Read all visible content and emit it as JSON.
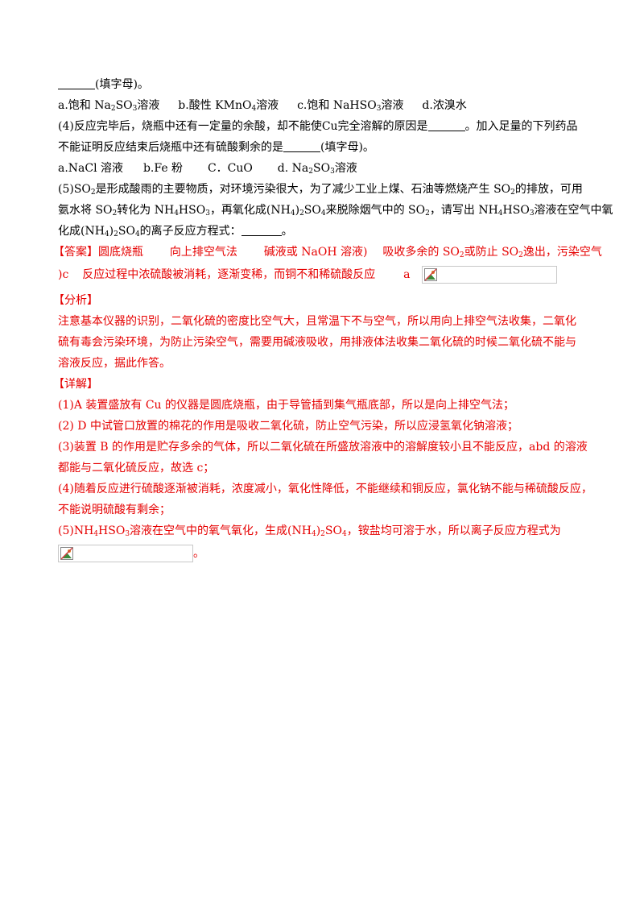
{
  "q3_tail": "(填字母)。",
  "q3_options": [
    "a.饱和 Na",
    "SO",
    "溶液",
    "b.酸性 KMnO",
    "溶液",
    "c.饱和 NaHSO",
    "溶液",
    "d.浓溴水"
  ],
  "q4": {
    "l1a": "(4)反应完毕后，烧瓶中还有一定量的余酸，却不能使Cu完全溶解的原因是",
    "l1b": "。加入足量的下列药品",
    "l2a": "不能证明反应结束后烧瓶中还有硫酸剩余的是",
    "l2b": "(填字母)。"
  },
  "q4_options": [
    "a.NaCl 溶液",
    "b.Fe 粉",
    "C．CuO",
    "d. Na",
    "SO",
    "溶液"
  ],
  "q5": {
    "l1a": "(5)SO",
    "l1b": "是形成酸雨的主要物质，对环境污染很大，为了减少工业上煤、石油等燃烧产生 SO",
    "l1c": "的排放，可用",
    "l2a": "氨水将 SO",
    "l2b": "转化为 NH",
    "l2c": "HSO",
    "l2d": "，再氧化成(NH",
    "l2e": ")",
    "l2f": "SO",
    "l2g": "来脱除烟气中的 SO",
    "l2h": "，请写出 NH",
    "l2i": "HSO",
    "l2j": "溶液在空气中氧",
    "l3a": "化成(NH",
    "l3b": ")",
    "l3c": "SO",
    "l3d": "的离子反应方程式：",
    "l3e": "。"
  },
  "answer": {
    "label": "【答案】",
    "a1": "圆底烧瓶",
    "a2": "向上排空气法",
    "a3": "碱液或 NaOH 溶液)",
    "a4a": "吸收多余的 SO",
    "a4b": "或防止 SO",
    "a4c": "逸出，污染空气",
    "a5": ")c",
    "a6": "反应过程中浓硫酸被消耗，逐渐变稀，而铜不和稀硫酸反应",
    "a7": "a"
  },
  "analysis": {
    "label": "【分析】",
    "lines": [
      "注意基本仪器的识别，二氧化硫的密度比空气大，且常温下不与空气，所以用向上排空气法收集，二氧化",
      "硫有毒会污染环境，为防止污染空气，需要用碱液吸收，用排液体法收集二氧化硫的时候二氧化硫不能与",
      "溶液反应，据此作答。"
    ]
  },
  "detail": {
    "label": "【详解】",
    "d1": "(1)A 装置盛放有 Cu 的仪器是圆底烧瓶，由于导管插到集气瓶底部，所以是向上排空气法；",
    "d2": "(2) D 中试管口放置的棉花的作用是吸收二氧化硫，防止空气污染，所以应浸氢氧化钠溶液；",
    "d3a": "(3)装置 B 的作用是贮存多余的气体，所以二氧化硫在所盛放溶液中的溶解度较小且不能反应，abd 的溶液",
    "d3b": "都能与二氧化硫反应，故选 c；",
    "d4a": "(4)随着反应进行硫酸逐渐被消耗，浓度减小，氧化性降低，不能继续和铜反应，氯化钠不能与稀硫酸反应，",
    "d4b": "不能说明硫酸有剩余；",
    "d5a": "(5)NH",
    "d5b": "HSO",
    "d5c": "溶液在空气中的氧气氧化，生成(NH",
    "d5d": ")",
    "d5e": "SO",
    "d5f": "，铵盐均可溶于水，所以离子反应方程式为",
    "d6": "。"
  },
  "subs": {
    "two": "2",
    "three": "3",
    "four": "4"
  }
}
